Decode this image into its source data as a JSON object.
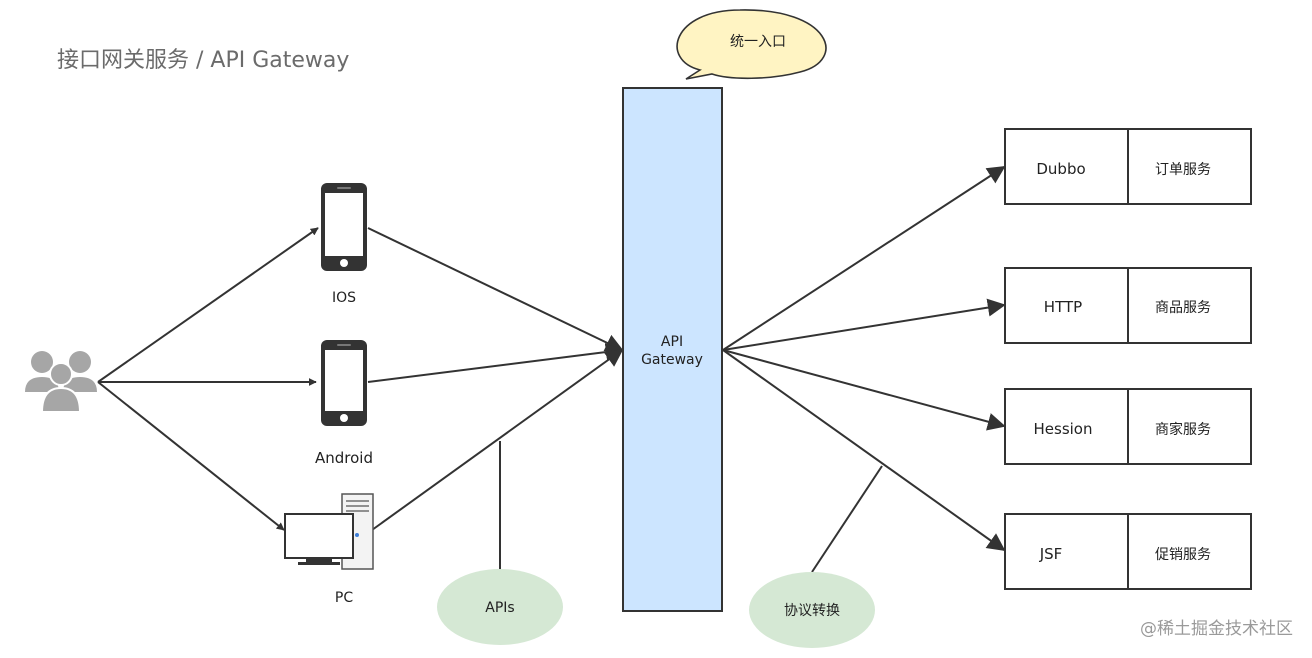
{
  "title": "接口网关服务 / API Gateway",
  "callout": "统一入口",
  "gateway": {
    "line1": "API",
    "line2": "Gateway"
  },
  "clients": {
    "ios": "IOS",
    "android": "Android",
    "pc": "PC"
  },
  "ovals": {
    "apis": "APIs",
    "protocol": "协议转换"
  },
  "services": [
    {
      "protocol": "Dubbo",
      "name": "订单服务"
    },
    {
      "protocol": "HTTP",
      "name": "商品服务"
    },
    {
      "protocol": "Hession",
      "name": "商家服务"
    },
    {
      "protocol": "JSF",
      "name": "促销服务"
    }
  ],
  "watermark": "@稀土掘金技术社区",
  "colors": {
    "gateway_fill": "#cce5ff",
    "callout_fill": "#fff4c3",
    "oval_fill": "#d5e8d4",
    "line": "#333333",
    "icon_gray": "#a6a6a6",
    "phone_dark": "#333333"
  }
}
